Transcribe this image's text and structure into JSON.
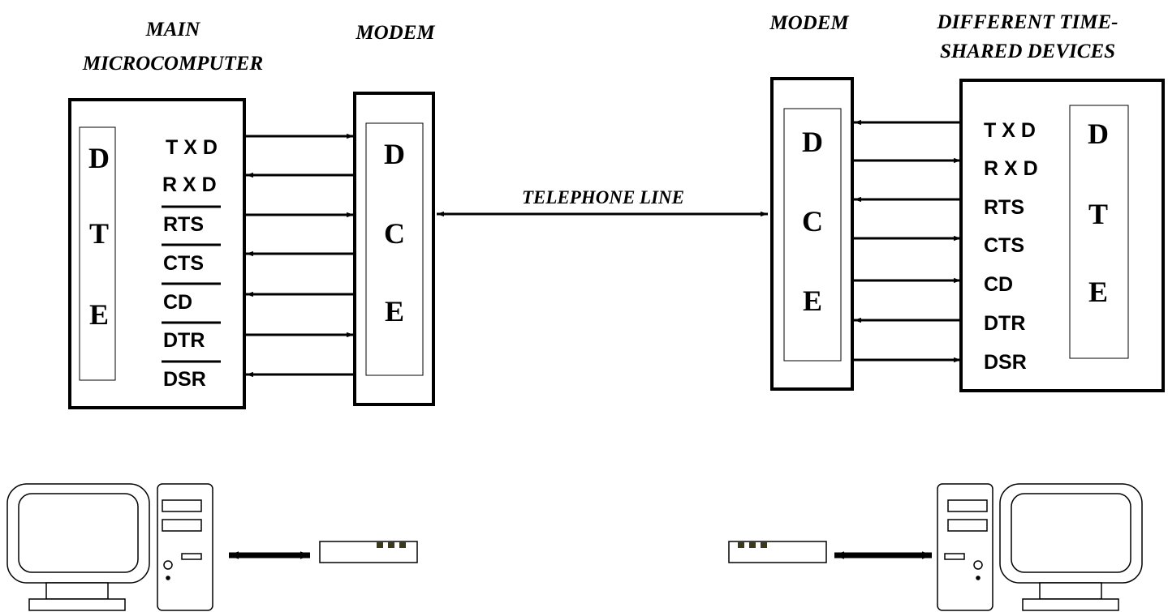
{
  "labels": {
    "left_station_title": [
      "MAIN",
      "MICROCOMPUTER"
    ],
    "left_modem_title": "MODEM",
    "right_modem_title": "MODEM",
    "right_station_title": [
      "DIFFERENT TIME-",
      "SHARED DEVICES"
    ],
    "telephone_line": "TELEPHONE LINE"
  },
  "dte_letters": [
    "D",
    "T",
    "E"
  ],
  "dce_letters": [
    "D",
    "C",
    "E"
  ],
  "left_signals": [
    {
      "name": "T X D",
      "overline": false,
      "direction": "out"
    },
    {
      "name": "R X D",
      "overline": false,
      "direction": "in"
    },
    {
      "name": "RTS",
      "overline": true,
      "direction": "out"
    },
    {
      "name": "CTS",
      "overline": true,
      "direction": "in"
    },
    {
      "name": "CD",
      "overline": true,
      "direction": "in"
    },
    {
      "name": "DTR",
      "overline": true,
      "direction": "out"
    },
    {
      "name": "DSR",
      "overline": true,
      "direction": "in"
    }
  ],
  "right_signals": [
    {
      "name": "T X D",
      "overline": false,
      "direction": "out"
    },
    {
      "name": "R X D",
      "overline": false,
      "direction": "in"
    },
    {
      "name": "RTS",
      "overline": false,
      "direction": "out"
    },
    {
      "name": "CTS",
      "overline": false,
      "direction": "in"
    },
    {
      "name": "CD",
      "overline": false,
      "direction": "in"
    },
    {
      "name": "DTR",
      "overline": false,
      "direction": "out"
    },
    {
      "name": "DSR",
      "overline": false,
      "direction": "in"
    }
  ],
  "icons": {
    "left_computer": "desktop-computer-icon",
    "left_modem": "modem-icon",
    "right_modem": "modem-icon",
    "right_computer": "desktop-computer-icon"
  }
}
